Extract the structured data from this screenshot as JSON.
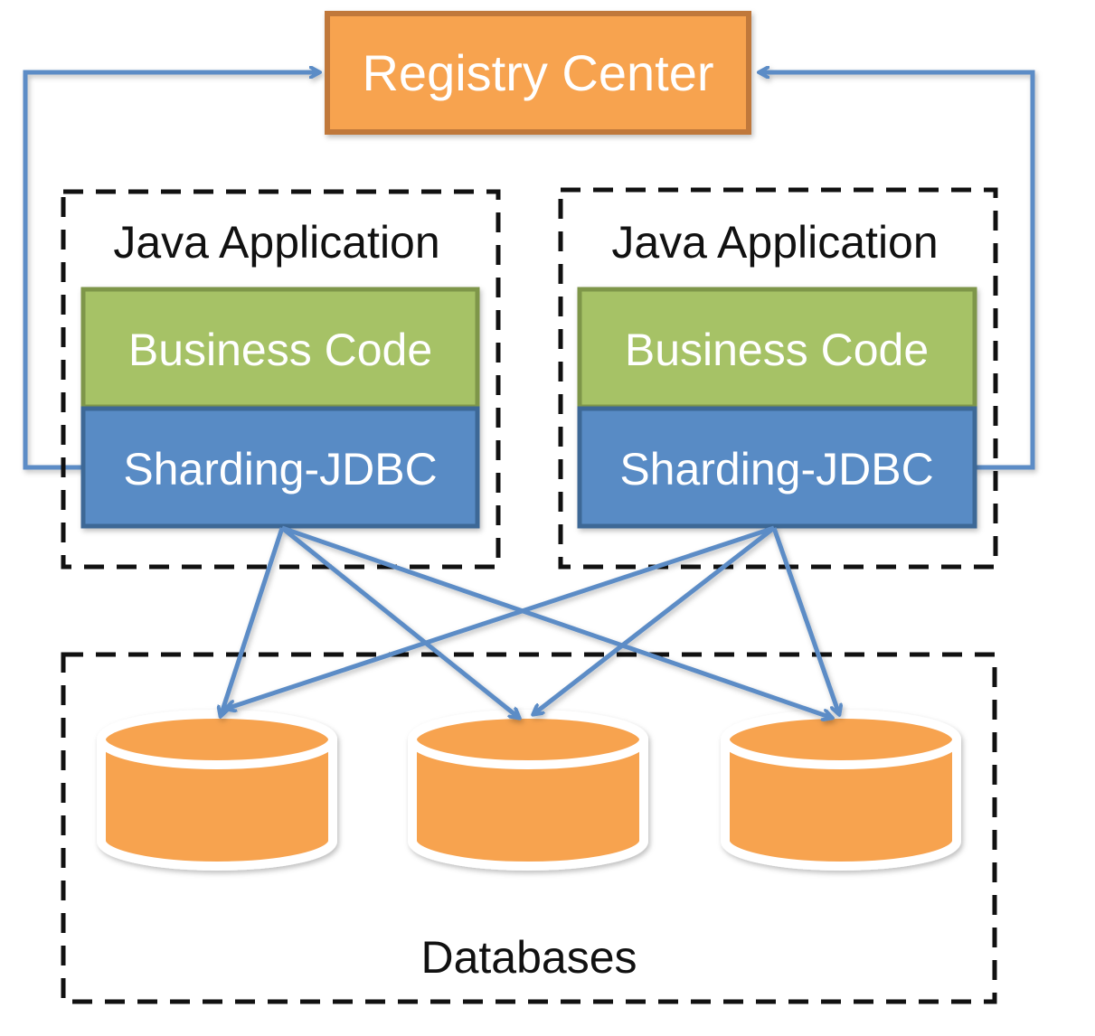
{
  "registry": {
    "label": "Registry Center"
  },
  "apps": [
    {
      "title": "Java Application",
      "business": "Business Code",
      "driver": "Sharding-JDBC"
    },
    {
      "title": "Java Application",
      "business": "Business Code",
      "driver": "Sharding-JDBC"
    }
  ],
  "databases": {
    "label": "Databases",
    "count": 3
  },
  "colors": {
    "registry_fill": "#F7A350",
    "registry_stroke": "#C0783A",
    "business_fill": "#A6C266",
    "business_stroke": "#7E9649",
    "driver_fill": "#588BC5",
    "driver_stroke": "#3E6896",
    "connector": "#5B8CC6",
    "db_fill": "#F7A350",
    "dashed": "#111111"
  }
}
